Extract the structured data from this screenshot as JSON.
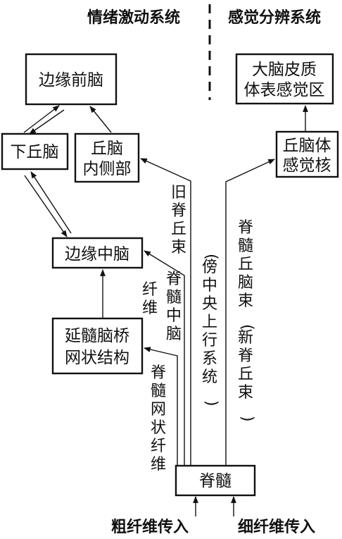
{
  "headers": {
    "left": "情绪激动系统",
    "right": "感觉分辨系统"
  },
  "boxes": {
    "limbic_forebrain": [
      "边缘前脑"
    ],
    "hypothalamus": [
      "下丘脑"
    ],
    "medial_thalamus": [
      "丘脑",
      "内侧部"
    ],
    "limbic_midbrain": [
      "边缘中脑"
    ],
    "reticular_formation": [
      "延髓脑桥",
      "网状结构"
    ],
    "spinal_cord": [
      "脊髓"
    ],
    "somatosensory_cortex": [
      "大脑皮质",
      "体表感觉区"
    ],
    "thalamic_nucleus": [
      "丘脑体",
      "感觉核"
    ]
  },
  "pathways": {
    "old_spinothalamic": "旧脊丘束",
    "paramedian": "(傍中央上行系统)",
    "spinomesencephalic": [
      "脊髓中脑",
      "纤维"
    ],
    "spinoreticular": "脊髓网状纤维",
    "new_spinothalamic": "脊髓丘脑束(新脊丘束)"
  },
  "inputs": {
    "coarse": "粗纤维传入",
    "fine": "细纤维传入"
  }
}
